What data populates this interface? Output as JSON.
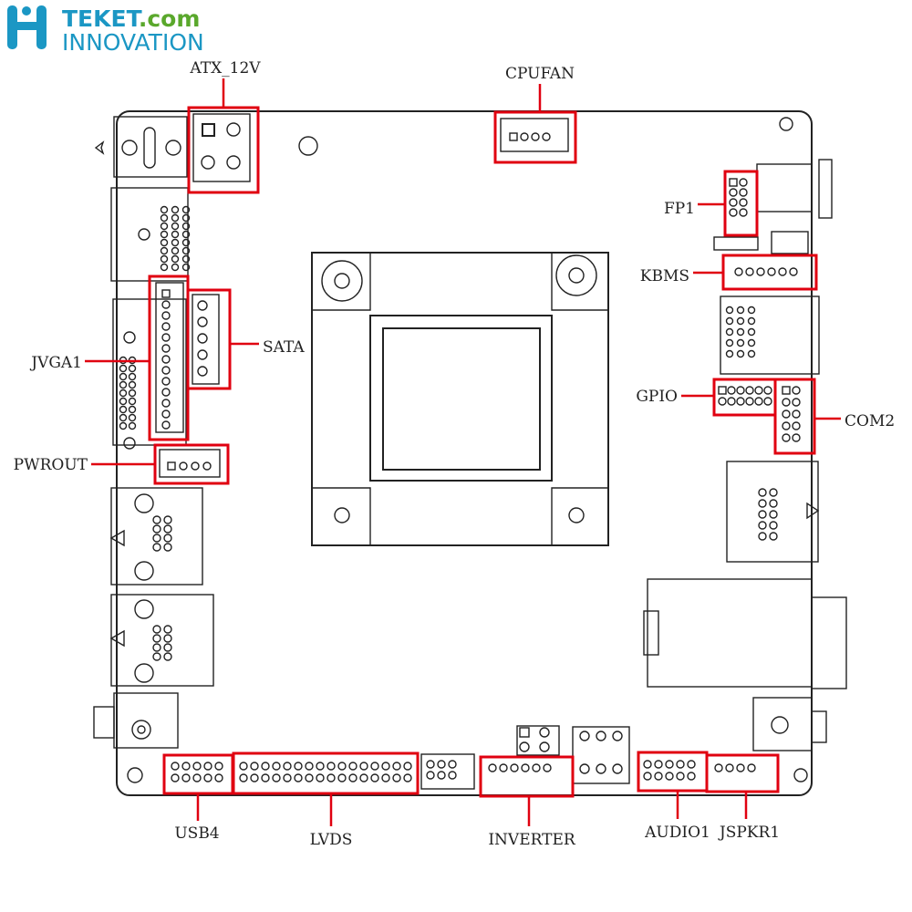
{
  "logo": {
    "brand": "TEKET",
    "domain": ".com",
    "tagline": "INNOVATION"
  },
  "colors": {
    "highlight": "#e00010",
    "brand_blue": "#1b97c4",
    "brand_green": "#5aa82c"
  },
  "labels": {
    "atx_12v": "ATX_12V",
    "cpufan": "CPUFAN",
    "fp1": "FP1",
    "kbms": "KBMS",
    "gpio": "GPIO",
    "com2": "COM2",
    "sata": "SATA",
    "jvga1": "JVGA1",
    "pwrout": "PWROUT",
    "usb4": "USB4",
    "lvds": "LVDS",
    "inverter": "INVERTER",
    "audio1": "AUDIO1",
    "jspkr1": "JSPKR1"
  }
}
